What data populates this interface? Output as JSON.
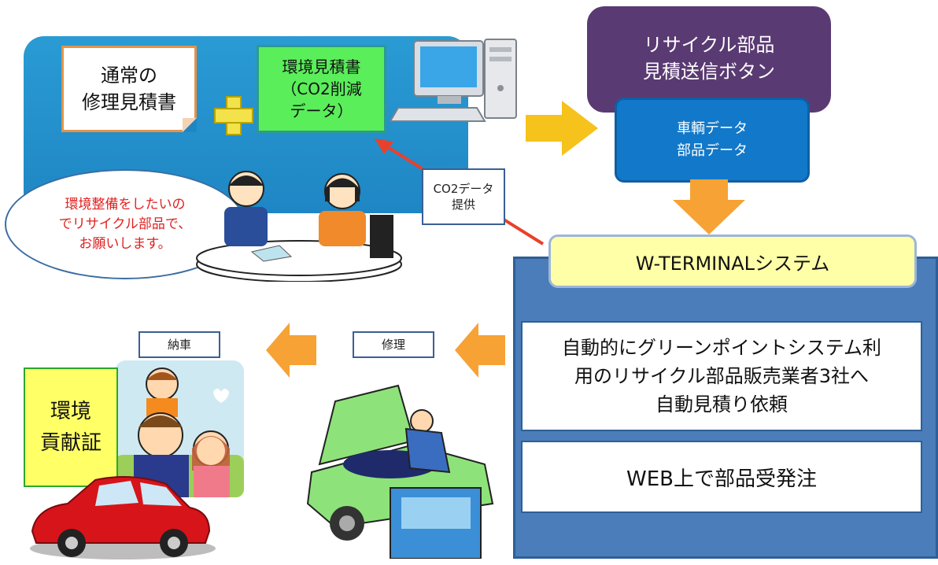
{
  "normal_estimate": {
    "line1": "通常の",
    "line2": "修理見積書"
  },
  "eco_estimate": {
    "line1": "環境見積書",
    "line2": "（CO2削減",
    "line3": "データ）"
  },
  "speech_bubble": {
    "line1": "環境整備をしたいの",
    "line2": "でリサイクル部品で、",
    "line3": "お願いします。"
  },
  "co2_label": {
    "line1": "CO2データ",
    "line2": "提供"
  },
  "recycle_button": {
    "line1": "リサイクル部品",
    "line2": "見積送信ボタン"
  },
  "vehicle_data": {
    "line1": "車輌データ",
    "line2": "部品データ"
  },
  "system_title": "W-TERMINALシステム",
  "auto_request": {
    "line1": "自動的にグリーンポイントシステム利",
    "line2": "用のリサイクル部品販売業者3社へ",
    "line3": "自動見積り依頼"
  },
  "web_order": "WEB上で部品受発注",
  "repair_label": "修理",
  "delivery_label": "納車",
  "certificate": {
    "line1": "環境",
    "line2": "貢献証"
  },
  "colors": {
    "panel_blue": "#1e86c4",
    "purple": "#5a3a72",
    "arrow_orange": "#f7a234",
    "system_blue": "#4a7db9"
  }
}
